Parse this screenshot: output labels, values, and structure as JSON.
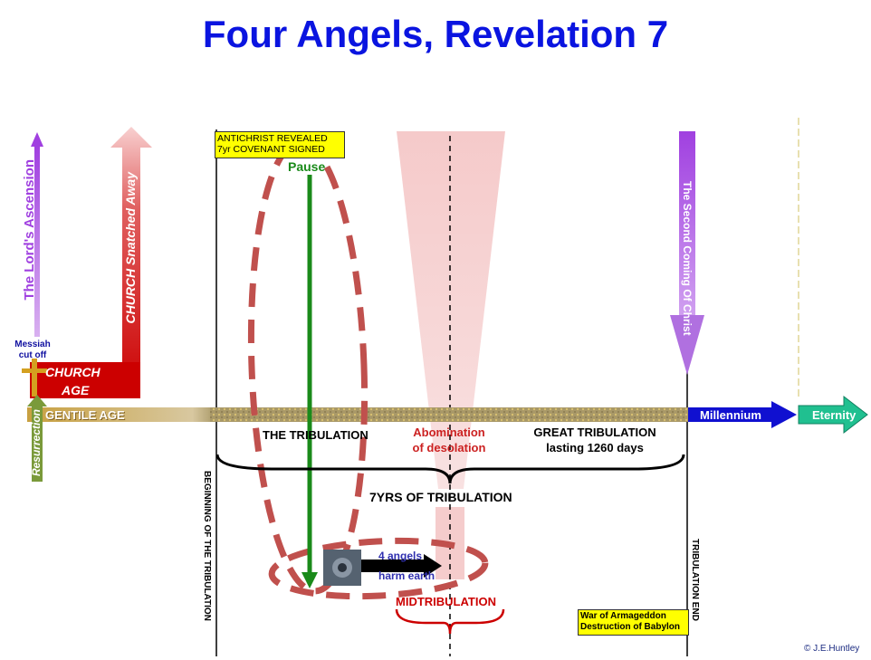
{
  "title": "Four Angels, Revelation 7",
  "labels": {
    "antichrist_line1": "ANTICHRIST  REVEALED",
    "antichrist_line2": "7yr COVENANT  SIGNED",
    "pause": "Pause",
    "lords_ascension": "The Lord's Ascension",
    "church_snatched": "CHURCH Snatched Away",
    "messiah_line1": "Messiah",
    "messiah_line2": "cut off",
    "church": "CHURCH",
    "age": "AGE",
    "gentile_age": "GENTILE AGE",
    "resurrection": "Resurrection",
    "the_tribulation": "THE TRIBULATION",
    "abomination_line1": "Abomination",
    "abomination_line2": "of desolation",
    "great_trib_line1": "GREAT TRIBULATION",
    "great_trib_line2": "lasting 1260 days",
    "millennium": "Millennium",
    "eternity": "Eternity",
    "second_coming": "The Second Coming Of Christ",
    "seven_yrs": "7YRS OF TRIBULATION",
    "beginning": "BEGINNING OF THE TRIBULATION",
    "trib_end": "TRIBULATION END",
    "four_angels": "4 angels",
    "harm_earth": "harm earth",
    "midtribulation": "MIDTRIBULATION",
    "war_line1": "War of Armageddon",
    "war_line2": "Destruction of Babylon",
    "copyright": "© J.E.Huntley"
  },
  "colors": {
    "title": "#0a14e0",
    "ascension": "#a040e0",
    "church_red": "#cc0000",
    "dashed_loop": "#c0504d",
    "pause_green": "#1a8a1a",
    "millennium_blue": "#1010d0",
    "eternity_teal": "#20b890",
    "gold_bar": "#b8a060",
    "cone_pink": "#f5c8c8"
  }
}
